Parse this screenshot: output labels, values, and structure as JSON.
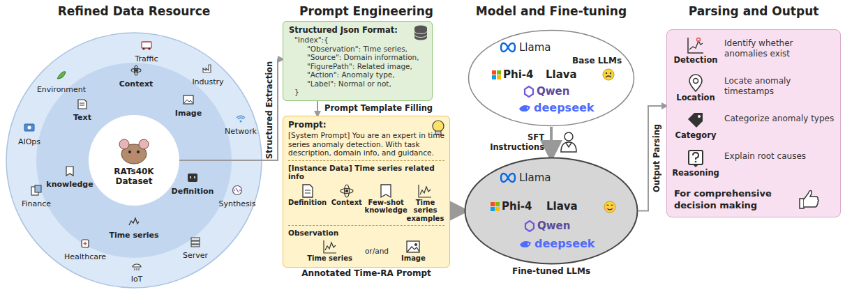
{
  "diagram": {
    "nodes": [
      {
        "text": [
          "RATs40K Dataset"
        ]
      },
      {
        "text": [
          "Structured Json Format:",
          "\"Index\":{",
          "\"Observation\": Time series,",
          "\"Source\": Domain information,",
          "\"FigurePath\": Related image,",
          "\"Action\": Anomaly type,",
          "\"Label\": Normal or not,",
          "}"
        ]
      },
      {
        "text": [
          "Prompt:",
          "[System Prompt] You are an expert in time series anomaly detection. With task description, domain info, and guidance.",
          "[Instance Data] Time series related info",
          "Definition",
          "Context",
          "Few-shot knowledge",
          "Time series examples",
          "Observation",
          "Time series",
          "or/and",
          "Image",
          "Annotated Time-RA Prompt"
        ]
      },
      {
        "text": [
          "Llama",
          "Phi-4",
          "Llava",
          "Qwen",
          "deepseek",
          "Base LLMs"
        ]
      },
      {
        "text": [
          "Llama",
          "Phi-4",
          "Llava",
          "Qwen",
          "deepseek",
          "Fine-tuned LLMs"
        ]
      },
      {
        "text": [
          "Detection",
          "Identify whether anomalies exist",
          "Location",
          "Locate anomaly timestamps",
          "Category",
          "Categorize anomaly types",
          "Reasoning",
          "Explain root causes",
          "For comprehensive decision making"
        ]
      }
    ],
    "edges": [
      {
        "from": 0,
        "to": 1,
        "label": "Structured Extraction",
        "arrow": "to"
      },
      {
        "from": 1,
        "to": 2,
        "label": "Prompt Template Filling",
        "arrow": "to"
      },
      {
        "from": 2,
        "to": 4,
        "arrow": "to"
      },
      {
        "from": 3,
        "to": 4,
        "label": "SFT Instructions",
        "arrow": "to"
      },
      {
        "from": 4,
        "to": 5,
        "label": "Output Parsing",
        "arrow": "to"
      }
    ],
    "labels": [
      "Refined Data Resource",
      "Prompt Engineering",
      "Model and Fine-tuning",
      "Parsing and Output",
      "Traffic",
      "Industry",
      "Environment",
      "Context",
      "Text",
      "Image",
      "AIOps",
      "Network",
      "knowledge",
      "Definition",
      "Finance",
      "Synthesis",
      "Time series",
      "Healthcare",
      "Server",
      "IoT"
    ]
  }
}
